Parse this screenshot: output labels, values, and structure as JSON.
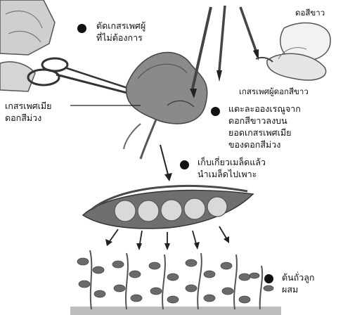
{
  "labels": {
    "cut_stamen": "ตัดเกสรเพศผู้\nที่ไม่ต้องการ",
    "white_flower": "ดอสีขาว",
    "white_stamen": "เกสรเพศผู้ดอกสีขาว",
    "purple_pistil": "เกสรเพศเมีย\nดอกสีม่วง",
    "pollinate": "แตะละอองเรณูจาก\nดอกสีขาวลงบน\nยอดเกสรเพศเมีย\nของดอกสีม่วง",
    "collect_seeds": "เก็บเกี่ยวเมล็ดแล้ว\nนำเมล็ดไปเพาะ",
    "offspring": "ต้นถั่วลูก\nผสม"
  },
  "colors": {
    "bullet": "#111111",
    "pod": "#6f6f6f",
    "pea": "#d9d9d9",
    "petal": "#8a8a8a",
    "leaf": "#6a6a6a",
    "white_petal": "#f2f2f2"
  },
  "icons": [
    "scissors-icon",
    "brush-icon",
    "arrow-down-icon"
  ]
}
